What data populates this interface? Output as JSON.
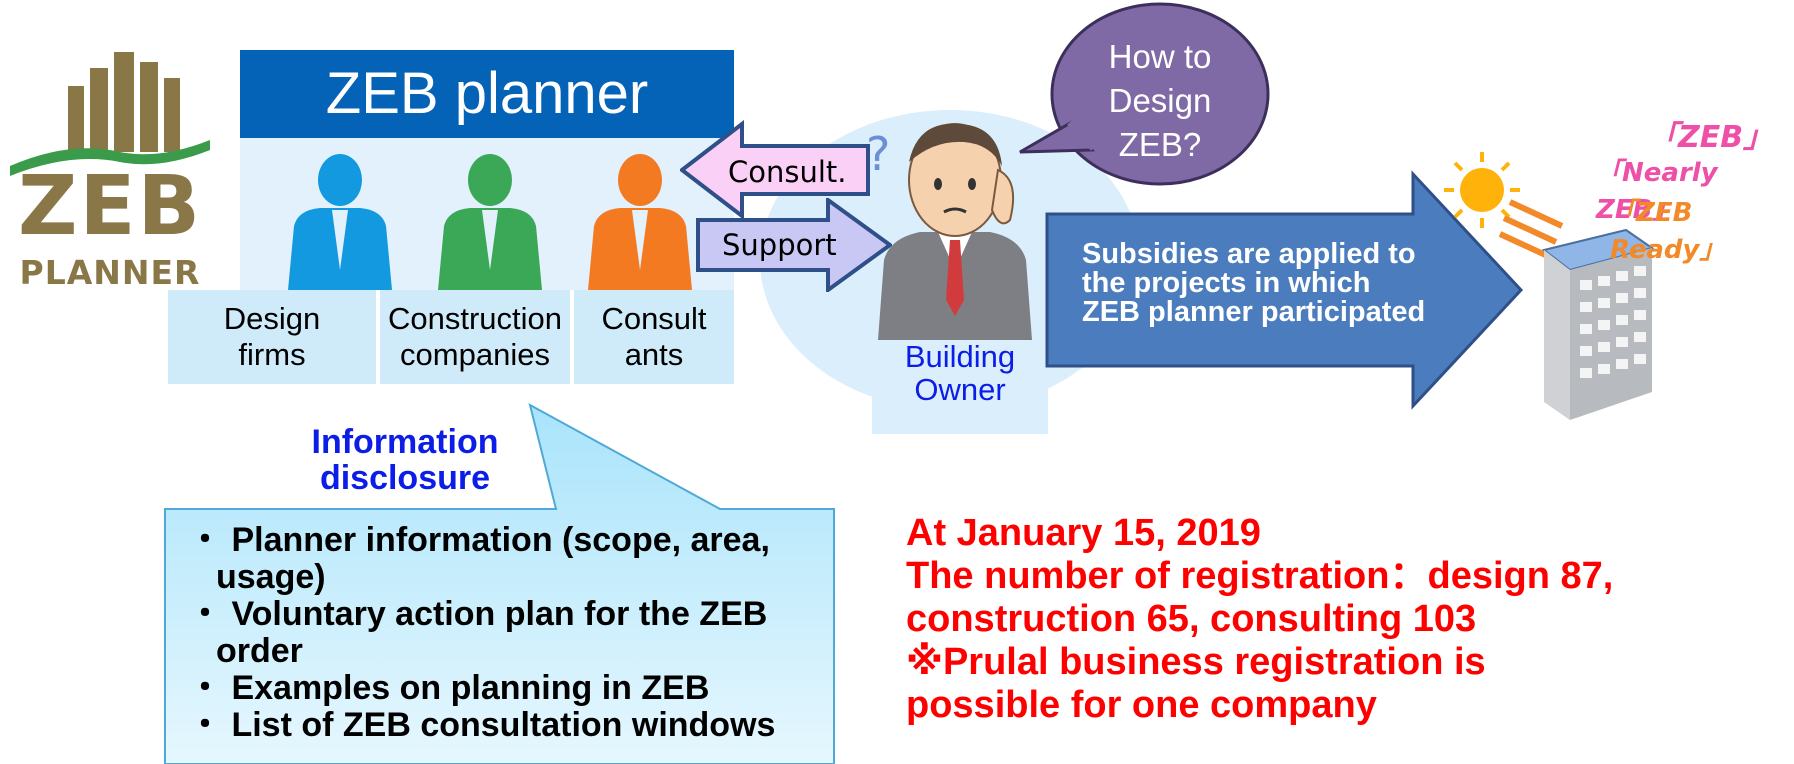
{
  "logo": {
    "word_zeb": "ZEB",
    "word_planner": "PLANNER"
  },
  "panel": {
    "title": "ZEB planner",
    "roles": [
      {
        "line1": "Design",
        "line2": "firms",
        "color": "#1399e0"
      },
      {
        "line1": "Construction",
        "line2": "companies",
        "color": "#3aa857"
      },
      {
        "line1": "Consult",
        "line2": "ants",
        "color": "#f47a22"
      }
    ]
  },
  "arrows": {
    "consult": "Consult.",
    "support": "Support"
  },
  "owner": {
    "line1": "Building",
    "line2": "Owner"
  },
  "bubble": {
    "lines": [
      "How to",
      "Design",
      "ZEB?"
    ]
  },
  "subsidy": {
    "lines": [
      "Subsidies are applied to",
      "the projects in which",
      "ZEB planner participated"
    ]
  },
  "zeb_levels": [
    "「ZEB」",
    "「Nearly ZEB」",
    "「ZEB Ready」"
  ],
  "info": {
    "title_line1": "Information",
    "title_line2": "disclosure",
    "items": [
      "・ Planner information (scope,  area, usage)",
      "・ Voluntary action plan for the ZEB order",
      "・ Examples on planning in ZEB",
      "・ List of ZEB consultation windows"
    ]
  },
  "stats": {
    "lines": [
      "At January 15, 2019",
      "The number of registration：design 87,",
      "construction 65, consulting 103",
      "※Prulal business registration is",
      "possible for one company"
    ]
  },
  "colors": {
    "panel_blue": "#0563b7",
    "accent_blue": "#0b1de6",
    "stats_red": "#ff0000",
    "bubble_purple": "#7f6aa5",
    "arrow_blue": "#4b7cbd",
    "logo_gold": "#8a7748",
    "logo_green": "#3a9b4a"
  }
}
